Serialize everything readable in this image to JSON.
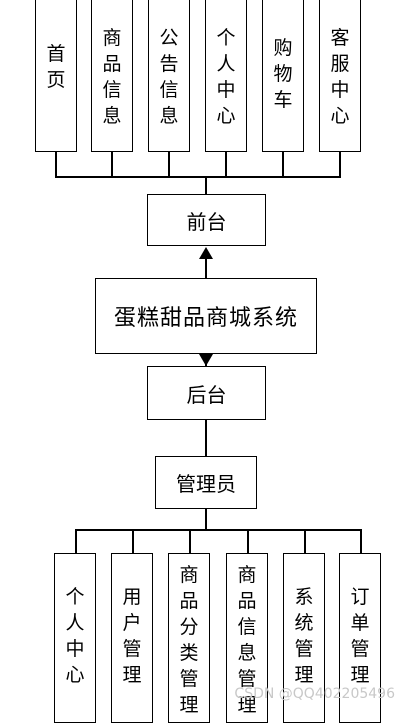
{
  "diagram": {
    "root": "蛋糕甜品商城系统",
    "frontend": {
      "label": "前台",
      "modules": [
        "首页",
        "商品信息",
        "公告信息",
        "个人中心",
        "购物车",
        "客服中心"
      ]
    },
    "backend": {
      "label": "后台",
      "admin": "管理员",
      "modules": [
        "个人中心",
        "用户管理",
        "商品分类管理",
        "商品信息管理",
        "系统管理",
        "订单管理"
      ]
    }
  },
  "watermark": "CSDN @QQ402205496"
}
